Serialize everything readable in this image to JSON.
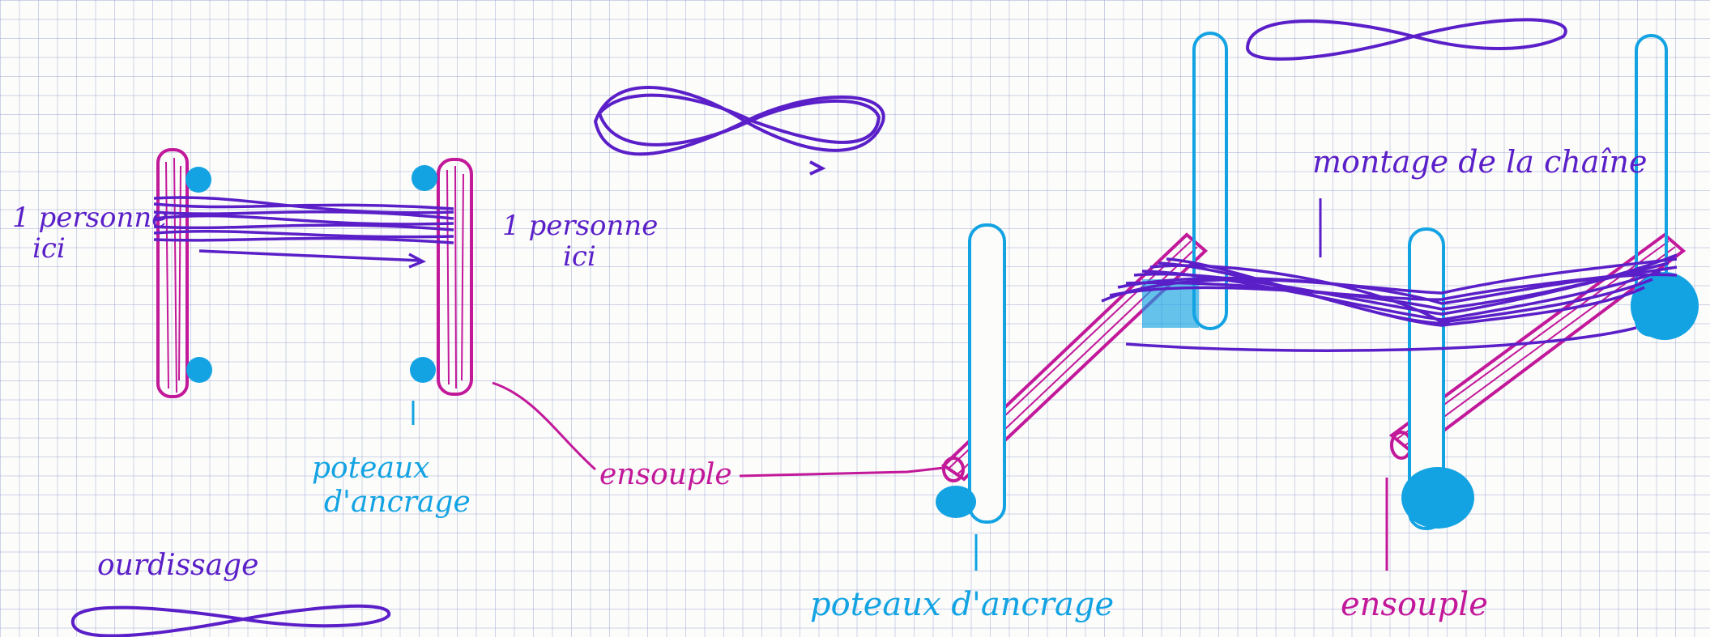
{
  "colors": {
    "paper": "#fcfcfa",
    "grid": "#9aa0d2",
    "purple": "#5a1fc8",
    "magenta": "#c2189a",
    "cyan": "#13a3e3"
  },
  "labels": {
    "person_left": "1 personne",
    "person_left_line2": "ici",
    "person_right": "1 personne",
    "person_right_line2": "ici",
    "poteaux_left": "poteaux",
    "poteaux_left_line2": "d'ancrage",
    "ensouple_left": "ensouple",
    "ourdissage": "ourdissage",
    "montage": "montage de la chaîne",
    "poteaux_bottom": "poteaux d'ancrage",
    "ensouple_right": "ensouple"
  }
}
